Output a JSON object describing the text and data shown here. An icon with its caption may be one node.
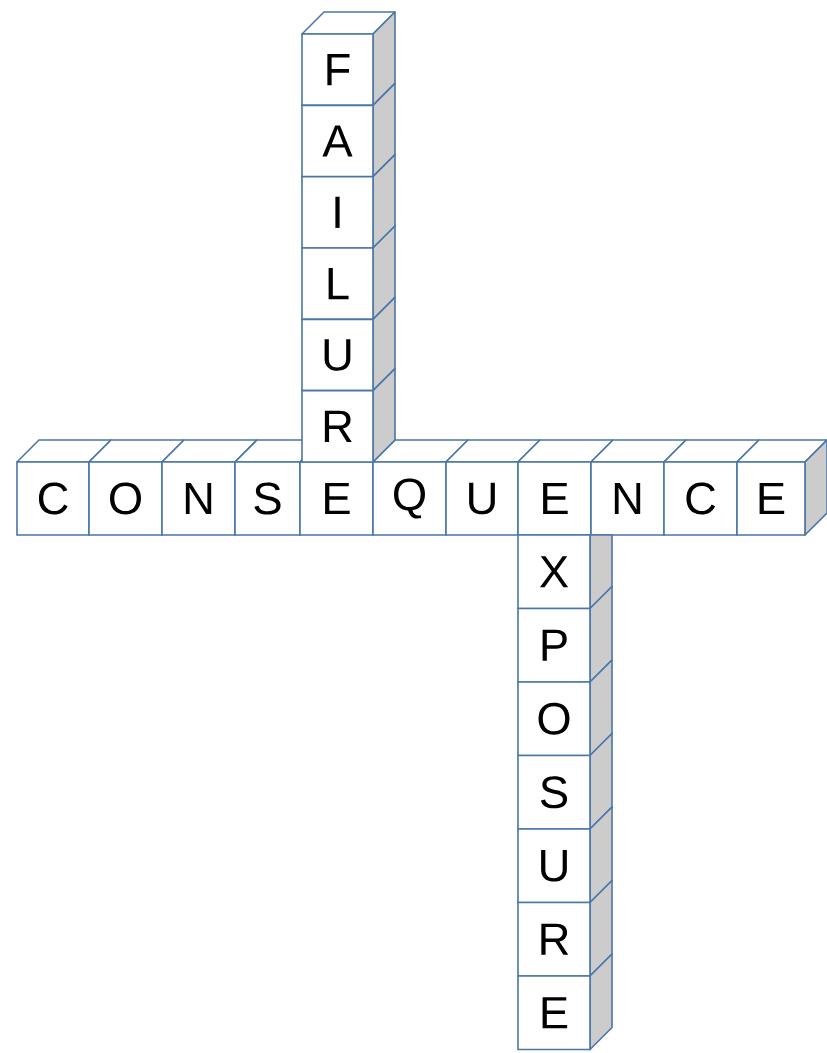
{
  "diagram": {
    "nodes": [
      {
        "text": [
          "F"
        ]
      },
      {
        "text": [
          "A"
        ]
      },
      {
        "text": [
          "I"
        ]
      },
      {
        "text": [
          "L"
        ]
      },
      {
        "text": [
          "U"
        ]
      },
      {
        "text": [
          "R"
        ]
      },
      {
        "text": [
          "C"
        ]
      },
      {
        "text": [
          "O"
        ]
      },
      {
        "text": [
          "N"
        ]
      },
      {
        "text": [
          "S"
        ]
      },
      {
        "text": [
          "E"
        ]
      },
      {
        "text": [
          "Q"
        ]
      },
      {
        "text": [
          "U"
        ]
      },
      {
        "text": [
          "E"
        ]
      },
      {
        "text": [
          "N"
        ]
      },
      {
        "text": [
          "C"
        ]
      },
      {
        "text": [
          "E"
        ]
      },
      {
        "text": [
          "X"
        ]
      },
      {
        "text": [
          "P"
        ]
      },
      {
        "text": [
          "O"
        ]
      },
      {
        "text": [
          "S"
        ]
      },
      {
        "text": [
          "U"
        ]
      },
      {
        "text": [
          "R"
        ]
      },
      {
        "text": [
          "E"
        ]
      }
    ]
  }
}
